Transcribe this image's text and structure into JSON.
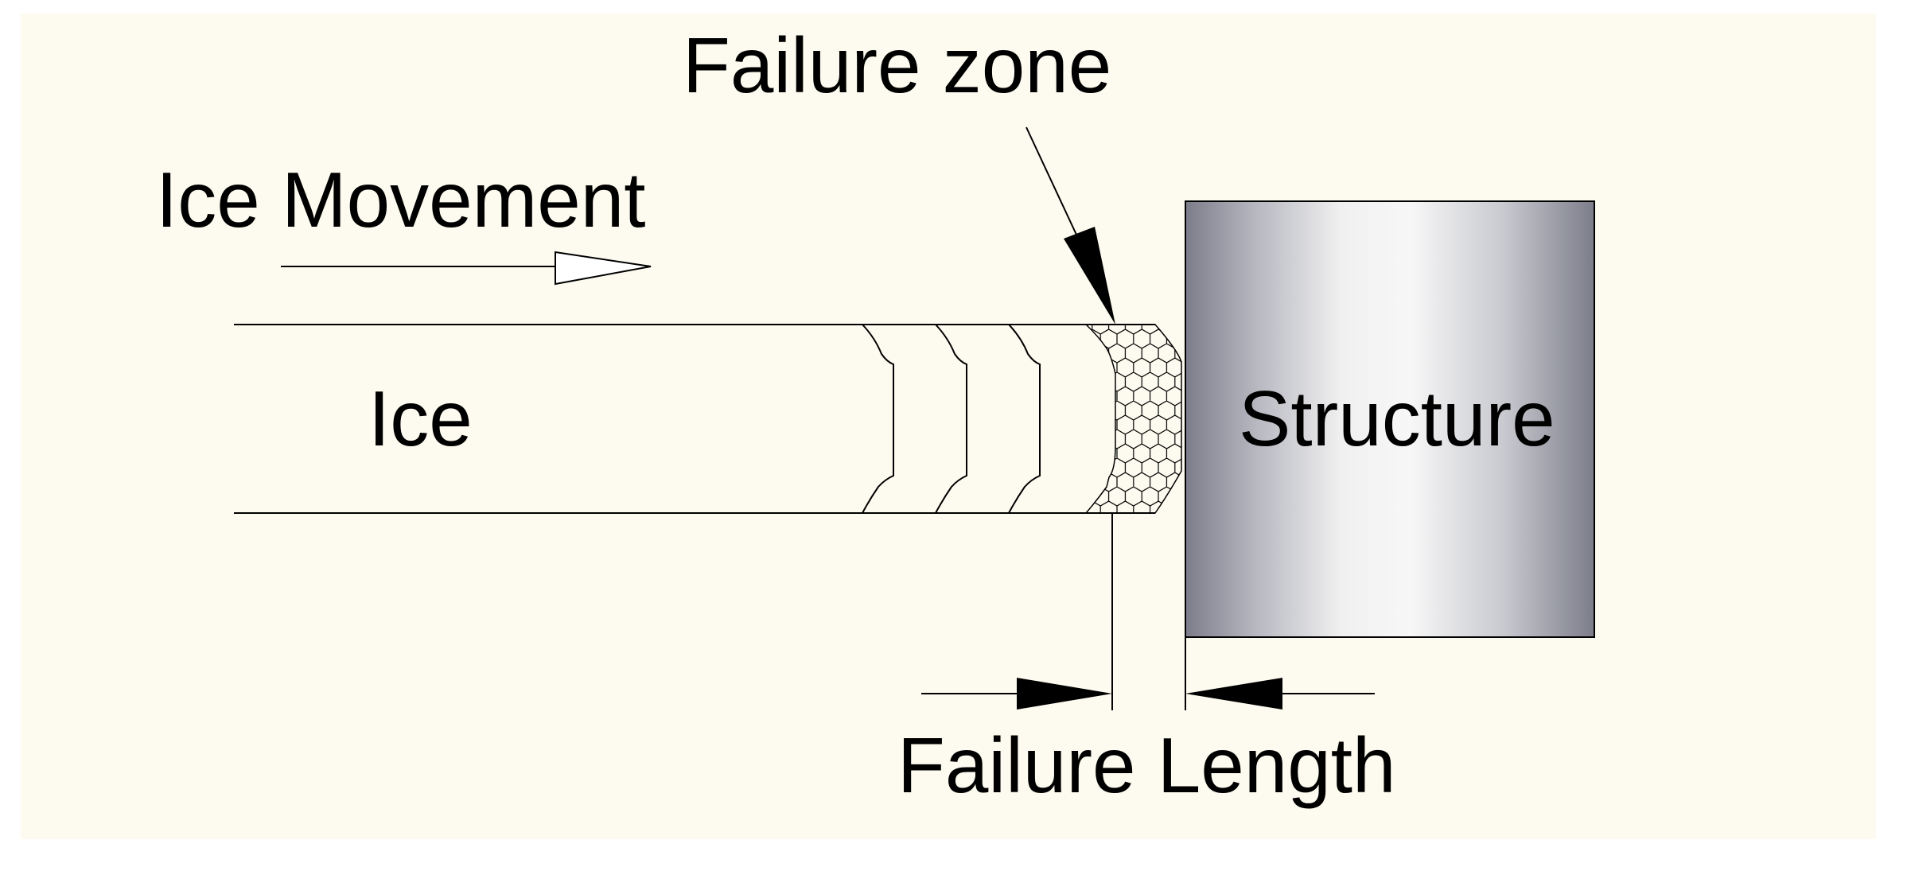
{
  "labels": {
    "failure_zone": "Failure zone",
    "ice_movement": "Ice Movement",
    "ice": "Ice",
    "structure": "Structure",
    "failure_length": "Failure Length"
  },
  "colors": {
    "page_background": "#ffffff",
    "canvas_background": "#fdfbef",
    "line": "#000000",
    "structure_dark": "#7c7d8a",
    "structure_light": "#f4f4f4"
  }
}
